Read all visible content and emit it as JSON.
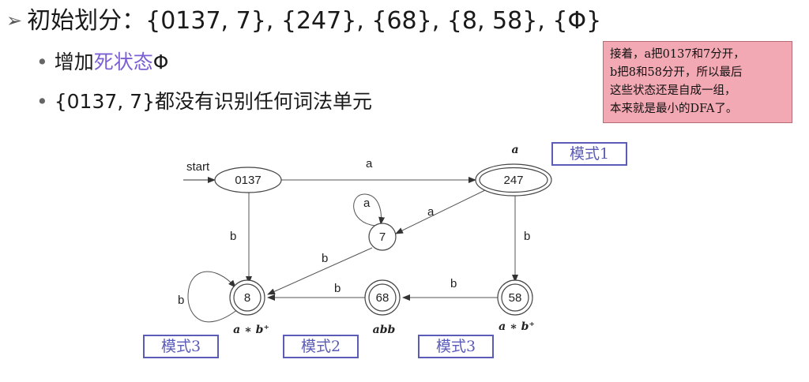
{
  "title": {
    "arrow": "➢",
    "text": "初始划分：{0137, 7}, {247}, {68}, {8, 58}, {Φ}"
  },
  "bullets": {
    "dot": "•",
    "item1_prefix": "增加",
    "item1_highlight": "死状态",
    "item1_suffix": "Φ",
    "item2": "{0137, 7}都没有识别任何词法单元"
  },
  "note": {
    "lines": [
      "接着，a把0137和7分开，",
      "b把8和58分开，所以最后",
      "这些状态还是自成一组，",
      "本来就是最小的DFA了。"
    ]
  },
  "diagram": {
    "start_label": "start",
    "states": {
      "s0137": "0137",
      "s247": "247",
      "s7": "7",
      "s8": "8",
      "s68": "68",
      "s58": "58"
    },
    "edge_labels": {
      "e0137_247": "a",
      "e247_7": "a",
      "e7_loop": "a",
      "e0137_8": "b",
      "e7_8": "b",
      "e247_58": "b",
      "e58_68": "b",
      "e68_8": "b",
      "e8_loop": "b"
    },
    "patterns": {
      "p247": "a",
      "p8": "a ∗ b⁺",
      "p68": "abb",
      "p58": "a ∗ b⁺"
    },
    "tags": {
      "tag247": "模式1",
      "tag8": "模式3",
      "tag68": "模式2",
      "tag58": "模式3"
    }
  },
  "colors": {
    "highlight": "#7b5fd3",
    "note_bg": "#f2a9b4",
    "tag_border": "#5b5bb8"
  }
}
